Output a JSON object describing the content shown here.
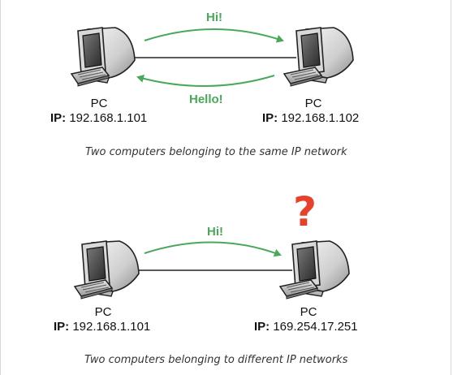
{
  "colors": {
    "arrow": "#4aa85a",
    "question": "#e8402a",
    "link": "#222222"
  },
  "scenario1": {
    "message_forward": "Hi!",
    "message_back": "Hello!",
    "left_pc": {
      "name": "PC",
      "ip_label": "IP:",
      "ip": "192.168.1.101"
    },
    "right_pc": {
      "name": "PC",
      "ip_label": "IP:",
      "ip": "192.168.1.102"
    },
    "caption": "Two computers belonging to the same IP network"
  },
  "scenario2": {
    "message_forward": "Hi!",
    "question": "?",
    "left_pc": {
      "name": "PC",
      "ip_label": "IP:",
      "ip": "192.168.1.101"
    },
    "right_pc": {
      "name": "PC",
      "ip_label": "IP:",
      "ip": "169.254.17.251"
    },
    "caption": "Two computers belonging to different IP networks"
  },
  "icons": [
    "computer-icon",
    "keyboard-icon",
    "arrow-icon",
    "question-mark-icon"
  ]
}
